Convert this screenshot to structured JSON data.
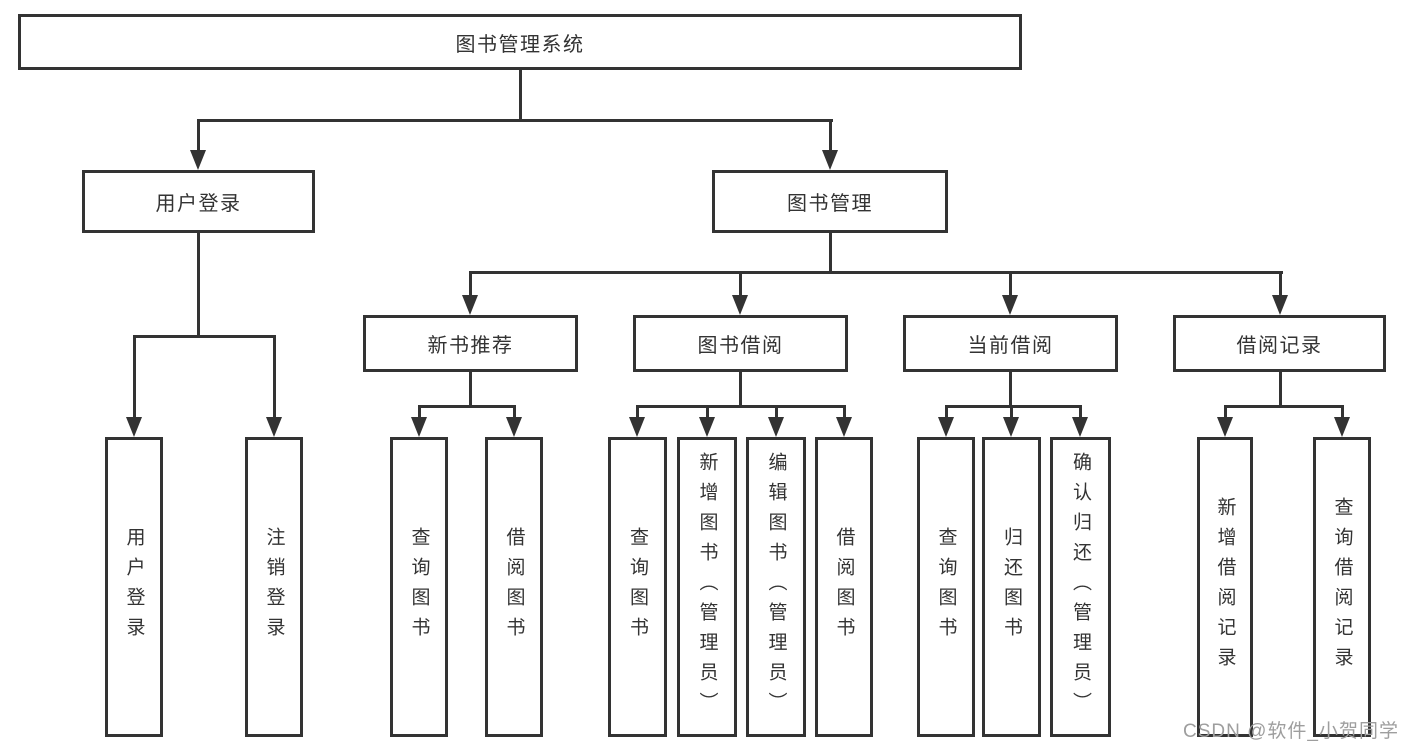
{
  "theme": {
    "background": "#ffffff",
    "line_color": "#333333",
    "text_color": "#333333",
    "watermark_color": "#9e9e9e"
  },
  "watermark": {
    "text": "CSDN @软件_小贺同学"
  },
  "diagram": {
    "type": "hierarchy-tree",
    "root": {
      "label": "图书管理系统"
    },
    "level2": [
      {
        "label": "用户登录",
        "children": [
          {
            "label": "用户登录"
          },
          {
            "label": "注销登录"
          }
        ]
      },
      {
        "label": "图书管理",
        "children": [
          {
            "label": "新书推荐",
            "children": [
              {
                "label": "查询图书"
              },
              {
                "label": "借阅图书"
              }
            ]
          },
          {
            "label": "图书借阅",
            "children": [
              {
                "label": "查询图书"
              },
              {
                "label": "新增图书（管理员）"
              },
              {
                "label": "编辑图书（管理员）"
              },
              {
                "label": "借阅图书"
              }
            ]
          },
          {
            "label": "当前借阅",
            "children": [
              {
                "label": "查询图书"
              },
              {
                "label": "归还图书"
              },
              {
                "label": "确认归还（管理员）"
              }
            ]
          },
          {
            "label": "借阅记录",
            "children": [
              {
                "label": "新增借阅记录"
              },
              {
                "label": "查询借阅记录"
              }
            ]
          }
        ]
      }
    ]
  }
}
